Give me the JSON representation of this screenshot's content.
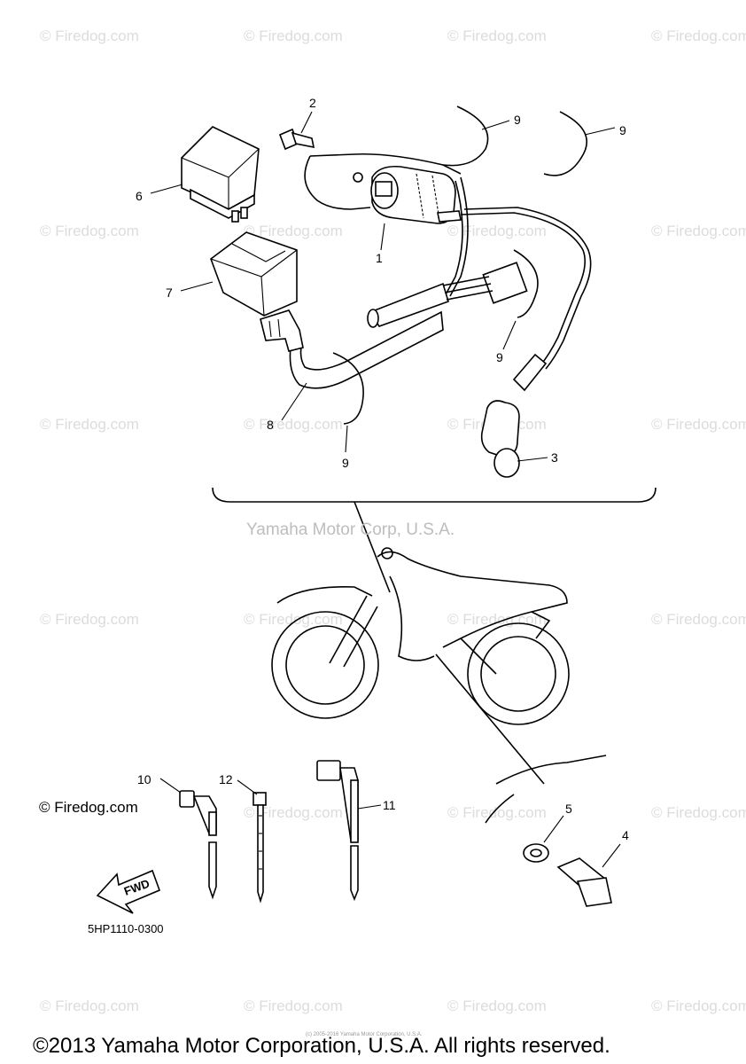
{
  "watermark_text": "© Firedog.com",
  "center_watermark": "Yamaha Motor Corp, U.S.A.",
  "firedog_label": "© Firedog.com",
  "diagram_code": "5HP1110-0300",
  "fwd_label": "FWD",
  "tiny_copyright": "(c) 2005-2016 Yamaha Motor Corporation, U.S.A.",
  "footer": "©2013 Yamaha Motor Corporation, U.S.A. All rights reserved.",
  "callouts": [
    "1",
    "2",
    "3",
    "4",
    "5",
    "6",
    "7",
    "8",
    "9",
    "9",
    "9",
    "9",
    "10",
    "11",
    "12"
  ]
}
